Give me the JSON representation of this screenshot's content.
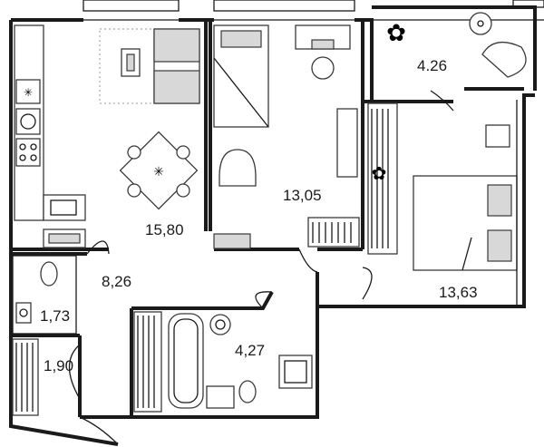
{
  "rooms": [
    {
      "id": "kitchen-living",
      "area": "15,80"
    },
    {
      "id": "bedroom-1",
      "area": "13,05"
    },
    {
      "id": "balcony",
      "area": "4.26"
    },
    {
      "id": "bedroom-2",
      "area": "13,63"
    },
    {
      "id": "hallway",
      "area": "8,26"
    },
    {
      "id": "toilet",
      "area": "1,73"
    },
    {
      "id": "wardrobe",
      "area": "1,90"
    },
    {
      "id": "bathroom",
      "area": "4,27"
    }
  ]
}
